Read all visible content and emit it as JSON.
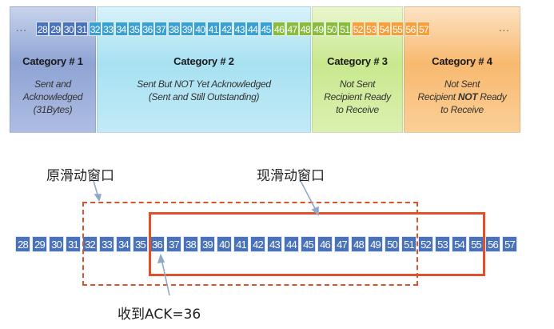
{
  "top": {
    "ellipsis_left": "...",
    "ellipsis_right": "...",
    "numbers": [
      "28",
      "29",
      "30",
      "31",
      "32",
      "33",
      "34",
      "35",
      "36",
      "37",
      "38",
      "39",
      "40",
      "41",
      "42",
      "43",
      "44",
      "45",
      "46",
      "47",
      "48",
      "49",
      "50",
      "51",
      "52",
      "53",
      "54",
      "55",
      "56",
      "57"
    ],
    "categories": [
      {
        "title": "Category # 1",
        "desc": [
          "Sent and",
          "Acknowledged",
          "(31Bytes)"
        ]
      },
      {
        "title": "Category # 2",
        "desc": [
          "Sent But NOT Yet Acknowledged",
          "(Sent and Still Outstanding)"
        ]
      },
      {
        "title": "Category # 3",
        "desc": [
          "Not Sent",
          "Recipient Ready",
          "to Receive"
        ]
      },
      {
        "title": "Category # 4",
        "desc_prefix": "Recipient ",
        "desc_bold": "NOT",
        "desc_suffix": " Ready",
        "desc": [
          "Not Sent",
          "to Receive"
        ]
      }
    ]
  },
  "bottom": {
    "numbers": [
      "28",
      "29",
      "30",
      "31",
      "32",
      "33",
      "34",
      "35",
      "36",
      "37",
      "38",
      "39",
      "40",
      "41",
      "42",
      "43",
      "44",
      "45",
      "46",
      "47",
      "48",
      "49",
      "50",
      "51",
      "52",
      "53",
      "54",
      "55",
      "56",
      "57"
    ],
    "label_old_window": "原滑动窗口",
    "label_new_window": "现滑动窗口",
    "label_ack": "收到ACK=36"
  },
  "colors": {
    "cat1": "#4a72b8",
    "cat2": "#3aa0d2",
    "cat3": "#88bb3e",
    "cat4": "#f5a03c",
    "window_line": "#e0502a"
  }
}
